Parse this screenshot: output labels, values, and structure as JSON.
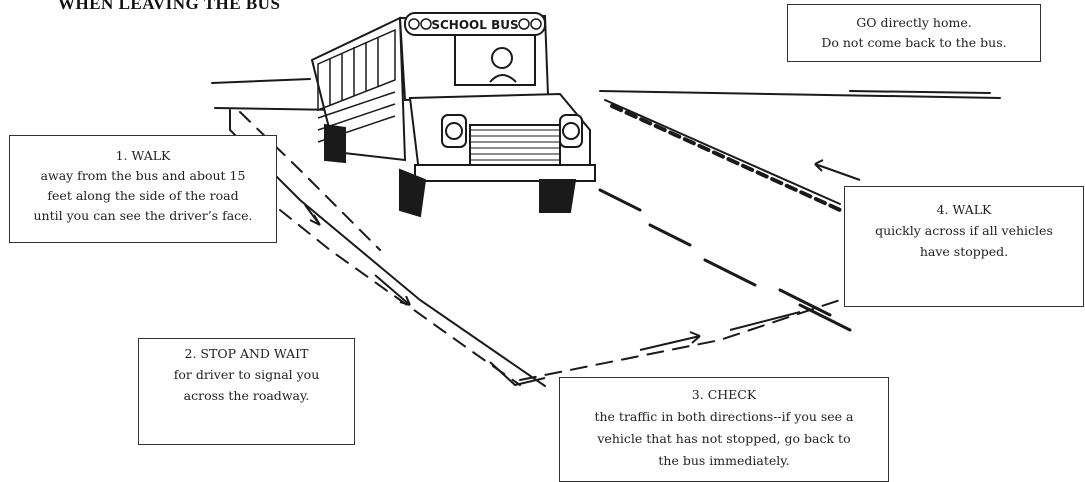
{
  "heading": "WHEN LEAVING THE BUS",
  "bus": {
    "sign": "SCHOOL BUS"
  },
  "steps": {
    "go_home": {
      "line1": "GO directly home.",
      "line2": "Do not come back to the bus."
    },
    "walk": {
      "title": "1. WALK",
      "line1": "away from the bus and about 15",
      "line2": "feet along the side of the road",
      "line3": "until you can see the driver’s face."
    },
    "stop": {
      "title": "2. STOP AND WAIT",
      "line1": "for driver to signal you",
      "line2": "across the roadway."
    },
    "check": {
      "title": "3. CHECK",
      "line1": "the traffic in both directions--if you see a",
      "line2": "vehicle that has not stopped, go back to",
      "line3": "the bus immediately."
    },
    "cross": {
      "title": "4. WALK",
      "line1": "quickly across if all vehicles",
      "line2": "have stopped."
    }
  },
  "colors": {
    "ink": "#1a1a1a",
    "paper": "#ffffff"
  }
}
